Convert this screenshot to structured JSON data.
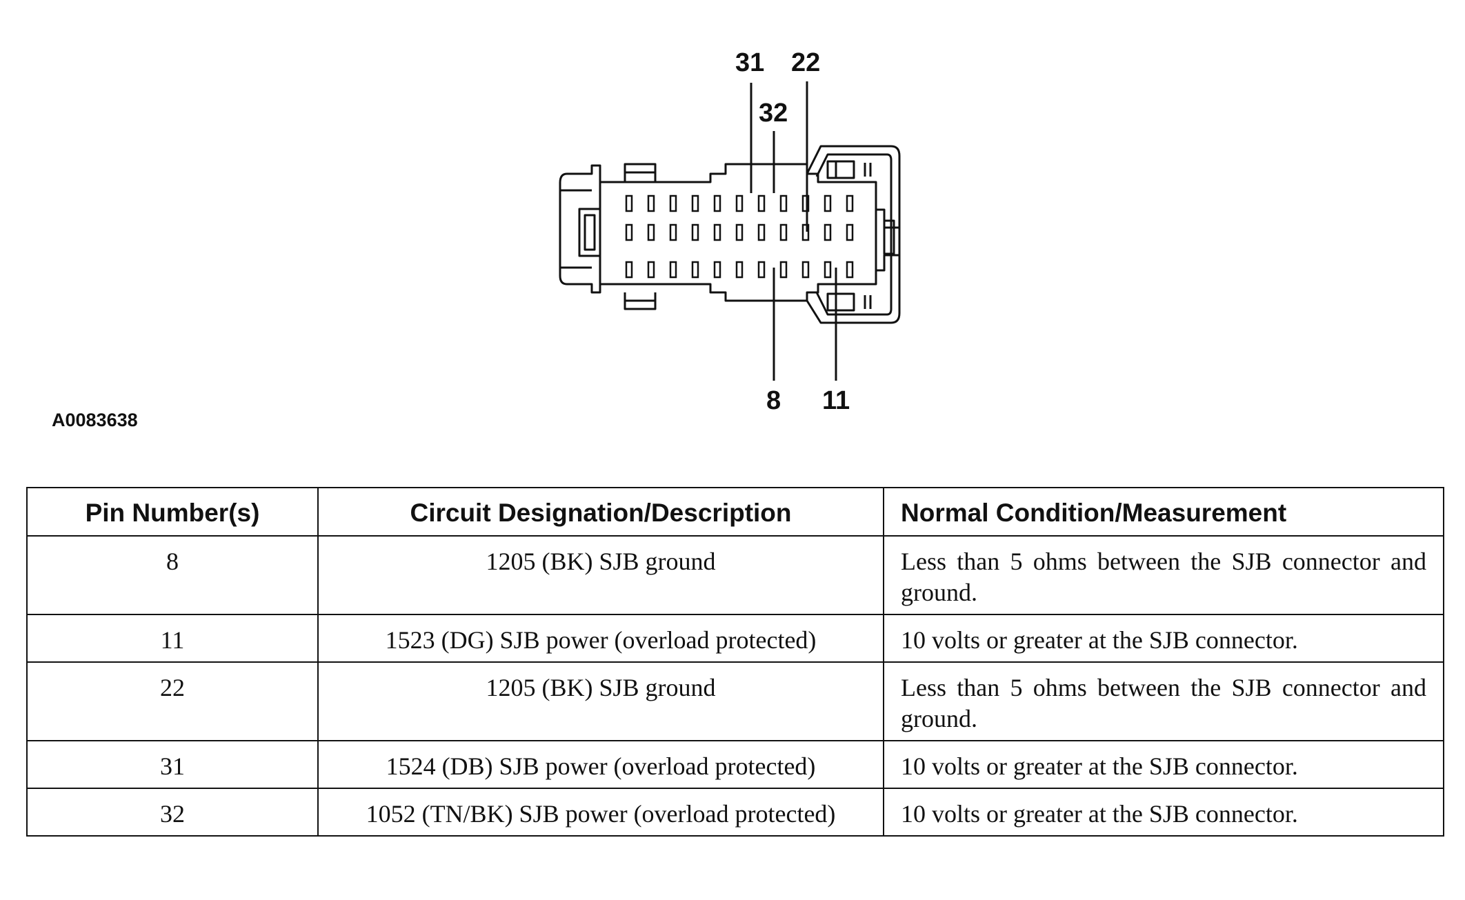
{
  "figure": {
    "callouts": {
      "pin_31": "31",
      "pin_22": "22",
      "pin_32": "32",
      "pin_8": "8",
      "pin_11": "11"
    },
    "figure_id": "A0083638"
  },
  "table": {
    "headers": {
      "pin": "Pin Number(s)",
      "desc": "Circuit Designation/Description",
      "meas": "Normal Condition/Measurement"
    },
    "rows": [
      {
        "pin": "8",
        "desc": "1205 (BK) SJB ground",
        "meas": "Less than 5 ohms between the SJB connector and ground."
      },
      {
        "pin": "11",
        "desc": "1523 (DG) SJB power (overload protected)",
        "meas": "10 volts or greater at the SJB connector."
      },
      {
        "pin": "22",
        "desc": "1205 (BK) SJB ground",
        "meas": "Less than 5 ohms between the SJB connector and ground."
      },
      {
        "pin": "31",
        "desc": "1524 (DB) SJB power (overload protected)",
        "meas": "10 volts or greater at the SJB connector."
      },
      {
        "pin": "32",
        "desc": "1052 (TN/BK) SJB power (overload protected)",
        "meas": "10 volts or greater at the SJB connector."
      }
    ]
  }
}
